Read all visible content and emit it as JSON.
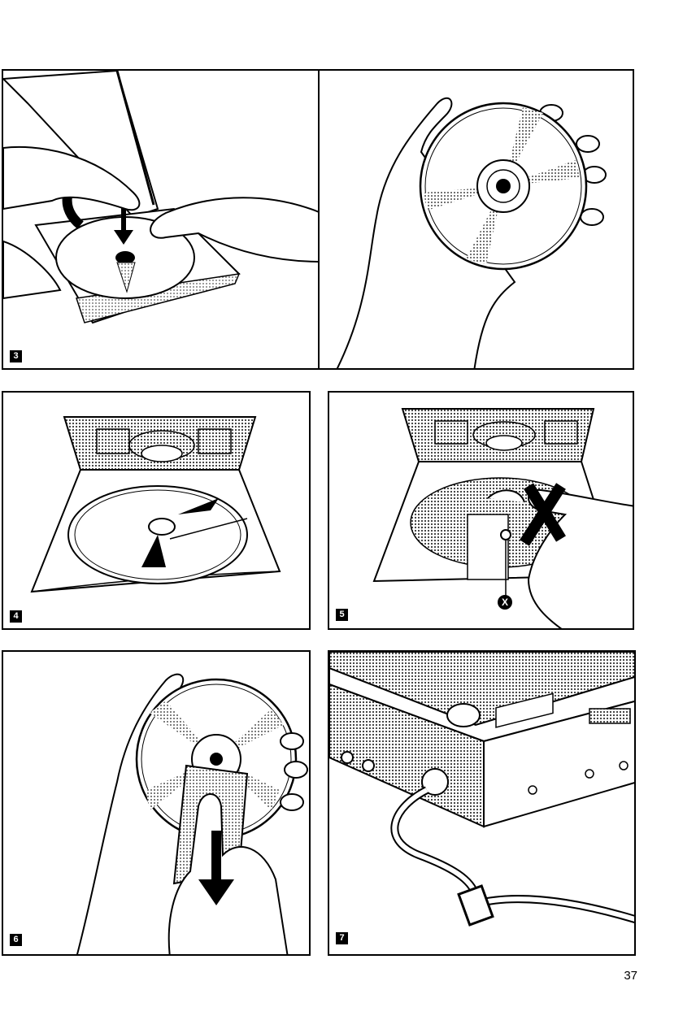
{
  "page": {
    "number": "37"
  },
  "steps": [
    {
      "label": "3",
      "description_icon": "open-cd-case-icon"
    },
    {
      "label": "",
      "description_icon": "hand-holding-cd-icon"
    },
    {
      "label": "4",
      "description_icon": "cd-in-player-icon"
    },
    {
      "label": "5",
      "description_icon": "do-not-touch-lens-icon"
    },
    {
      "label": "6",
      "description_icon": "wipe-cd-icon"
    },
    {
      "label": "7",
      "description_icon": "player-strap-icon"
    }
  ],
  "markers": {
    "lens_marker": "X"
  },
  "colors": {
    "ink": "#000000",
    "paper": "#ffffff",
    "shade": "#9a9a9a"
  }
}
